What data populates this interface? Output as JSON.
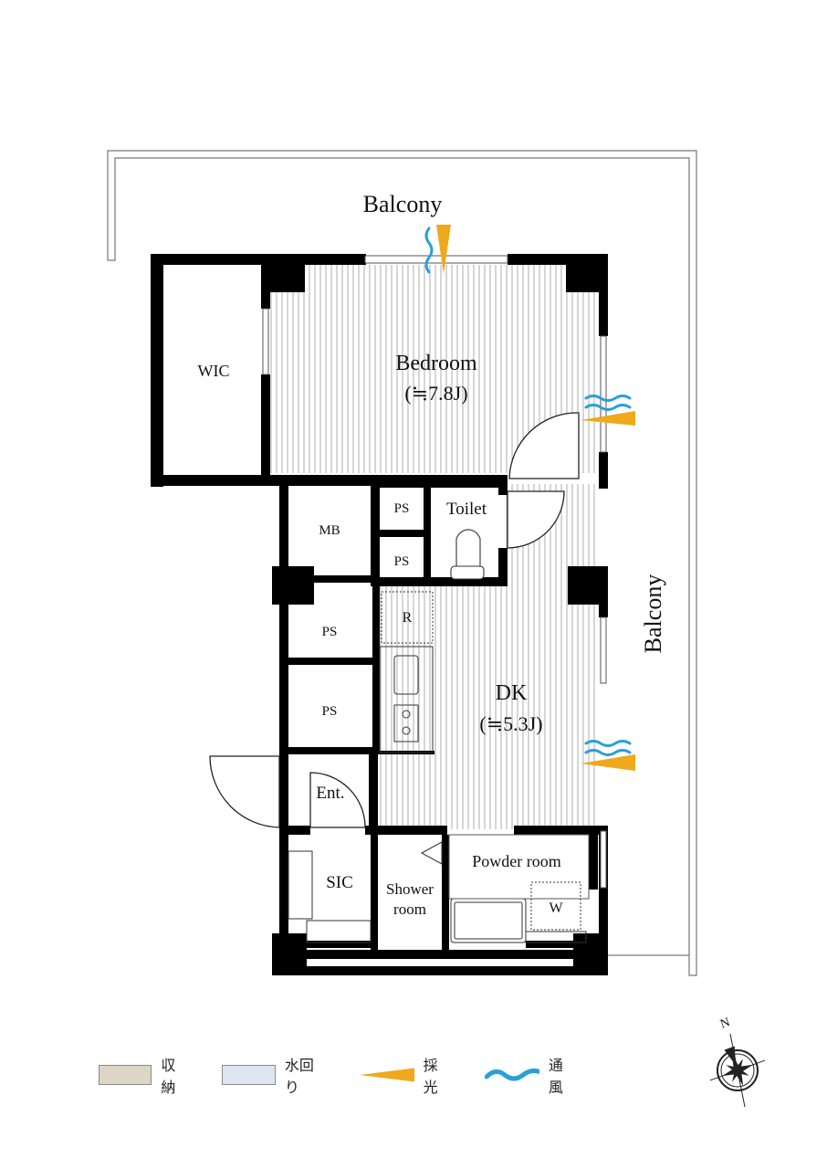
{
  "rooms": {
    "balcony_north": "Balcony",
    "balcony_east": "Balcony",
    "bedroom": "Bedroom",
    "bedroom_area": "(≒7.8J)",
    "wic": "WIC",
    "mb": "MB",
    "ps1": "PS",
    "ps2": "PS",
    "ps3": "PS",
    "ps4": "PS",
    "toilet": "Toilet",
    "fridge": "R",
    "dk": "DK",
    "dk_area": "(≒5.3J)",
    "entrance": "Ent.",
    "sic": "SIC",
    "shower_line1": "Shower",
    "shower_line2": "room",
    "powder_room": "Powder room",
    "washer": "W"
  },
  "legend": {
    "storage": "収納",
    "water": "水回り",
    "light": "採光",
    "ventilation": "通風"
  },
  "compass": {
    "north": "N"
  },
  "colors": {
    "wall": "#000000",
    "storage_swatch": "#ddd6c4",
    "water_swatch": "#dce6f3",
    "light_arrow": "#f0a81c",
    "wind": "#2aa0d8",
    "floor_lines": "#9a9a9a"
  }
}
